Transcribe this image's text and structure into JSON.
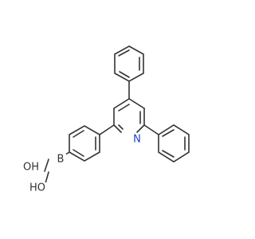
{
  "molecule": {
    "atoms": {
      "nitrogen": {
        "symbol": "N",
        "color": "#1f3fd1"
      },
      "boron": {
        "symbol": "B",
        "color": "#333333"
      },
      "hydroxyl_top": {
        "symbol": "OH",
        "color": "#333333"
      },
      "hydroxyl_bottom": {
        "symbol": "HO",
        "color": "#333333"
      }
    },
    "bond_color": "#333333",
    "background_color": "#ffffff"
  }
}
